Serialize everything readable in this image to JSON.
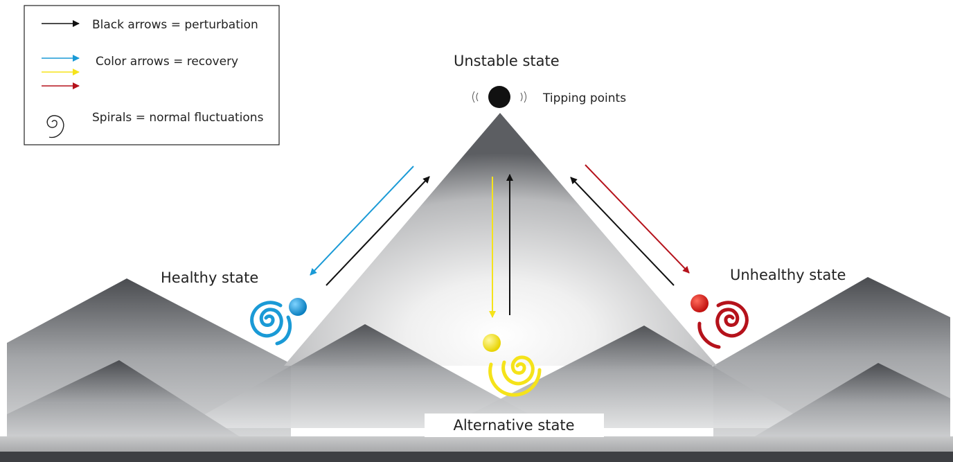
{
  "legend": {
    "perturbation": "Black arrows = perturbation",
    "recovery": "Color arrows = recovery",
    "fluctuations": "Spirals = normal fluctuations"
  },
  "states": {
    "unstable": "Unstable state",
    "tipping": "Tipping points",
    "healthy": "Healthy state",
    "unhealthy": "Unhealthy state",
    "alternative": "Alternative state"
  },
  "colors": {
    "healthy": "#1a9ad6",
    "alternative": "#f5e31a",
    "unhealthy": "#b5121b",
    "perturbation": "#111111"
  },
  "icons": {
    "spiral": "spiral-icon",
    "ball": "ball-icon",
    "vibration": "vibration-marks-icon"
  }
}
